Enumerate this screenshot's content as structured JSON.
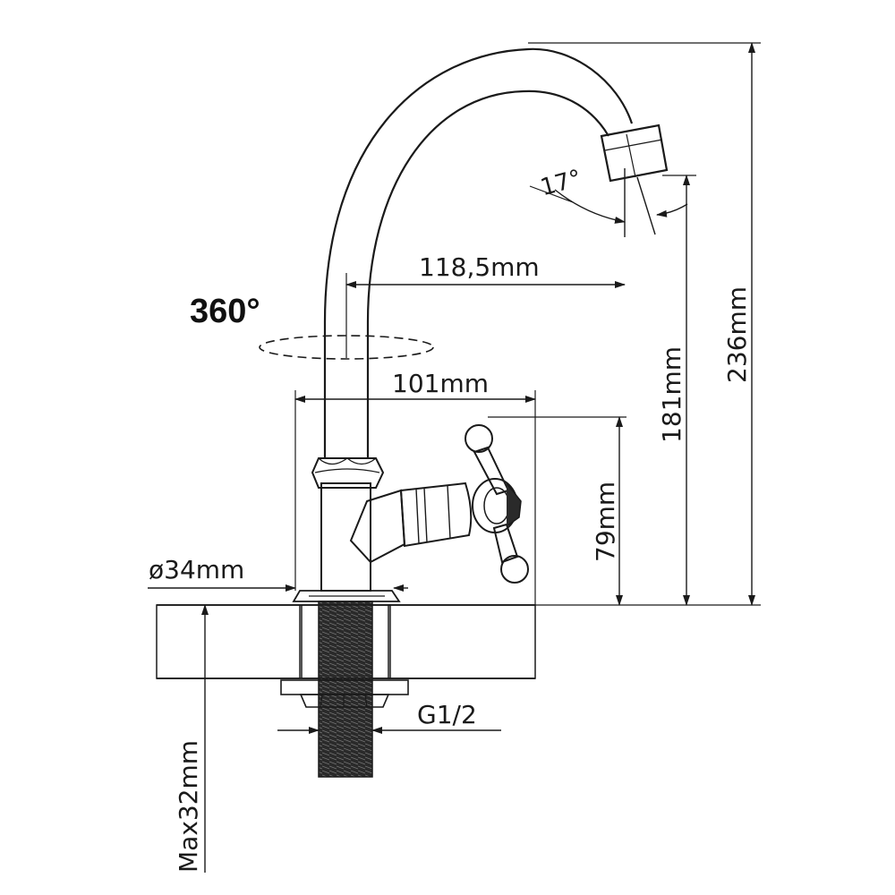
{
  "drawing": {
    "rotation_label": "360°",
    "angle_label": "17°",
    "reach_label": "118,5mm",
    "base_to_handle_label": "101mm",
    "handle_height_label": "79mm",
    "spout_height_label": "181mm",
    "total_height_label": "236mm",
    "base_diameter_label": "ø34mm",
    "thread_label": "G1/2",
    "max_thickness_label": "Max32mm"
  },
  "colors": {
    "line": "#1a1a1a",
    "thread_fill": "#2a2a2a",
    "background": "#ffffff"
  }
}
